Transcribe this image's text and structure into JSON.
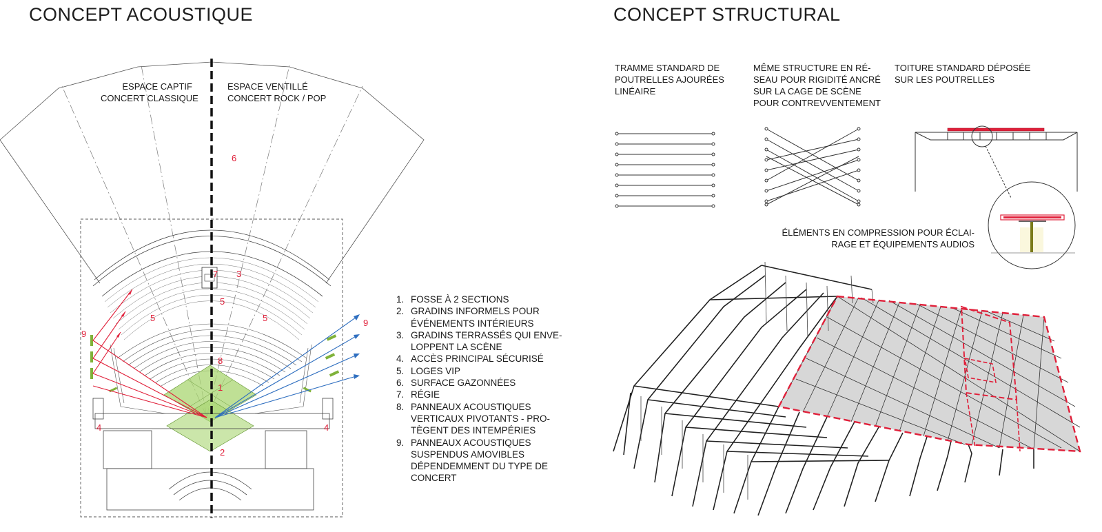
{
  "acoustic": {
    "title": "CONCEPT ACOUSTIQUE",
    "zone_left": [
      "ESPACE CAPTIF",
      "CONCERT CLASSIQUE"
    ],
    "zone_right": [
      "ESPACE VENTILLÉ",
      "CONCERT ROCK / POP"
    ],
    "plan_numbers": [
      "6",
      "7",
      "3",
      "5",
      "5",
      "5",
      "8",
      "1",
      "9",
      "9",
      "4",
      "4",
      "2"
    ],
    "legend": [
      {
        "num": "1.",
        "lines": [
          "FOSSE À 2 SECTIONS"
        ]
      },
      {
        "num": "2.",
        "lines": [
          "GRADINS INFORMELS POUR",
          "ÉVÉNEMENTS INTÉRIEURS"
        ]
      },
      {
        "num": "3.",
        "lines": [
          "GRADINS TERRASSÉS QUI ENVE-",
          "LOPPENT LA SCÈNE"
        ]
      },
      {
        "num": "4.",
        "lines": [
          "ACCÈS PRINCIPAL SÉCURISÉ"
        ]
      },
      {
        "num": "5.",
        "lines": [
          "LOGES VIP"
        ]
      },
      {
        "num": "6.",
        "lines": [
          "SURFACE GAZONNÉES"
        ]
      },
      {
        "num": "7.",
        "lines": [
          "RÉGIE"
        ]
      },
      {
        "num": "8.",
        "lines": [
          "PANNEAUX ACOUSTIQUES",
          "VERTICAUX PIVOTANTS - PRO-",
          "TÈGENT DES INTEMPÉRIES"
        ]
      },
      {
        "num": "9.",
        "lines": [
          "PANNEAUX ACOUSTIQUES",
          "SUSPENDUS AMOVIBLES",
          "DÉPENDEMMENT DU TYPE DE",
          "CONCERT"
        ]
      }
    ]
  },
  "structural": {
    "title": "CONCEPT STRUCTURAL",
    "label_a": [
      "TRAMME STANDARD DE",
      "POUTRELLES AJOURÉES",
      "LINÉAIRE"
    ],
    "label_b": [
      "MÊME STRUCTURE EN RÉ-",
      "SEAU POUR RIGIDITÉ ANCRÉ",
      "SUR LA CAGE DE SCÈNE",
      "POUR CONTREVVENTEMENT"
    ],
    "label_c": [
      "TOITURE STANDARD DÉPOSÉE",
      "SUR LES POUTRELLES"
    ],
    "label_d": [
      "ÉLÉMENTS EN COMPRESSION POUR ÉCLAI-",
      "RAGE ET ÉQUIPEMENTS AUDIOS"
    ]
  },
  "colors": {
    "red": "#e0203a",
    "blue": "#2f6fc0",
    "green_fill": "#a9d672",
    "green_panel": "#7fb23a",
    "roof_grey": "#c9c9c9",
    "olive_post": "#7a7a1a"
  }
}
